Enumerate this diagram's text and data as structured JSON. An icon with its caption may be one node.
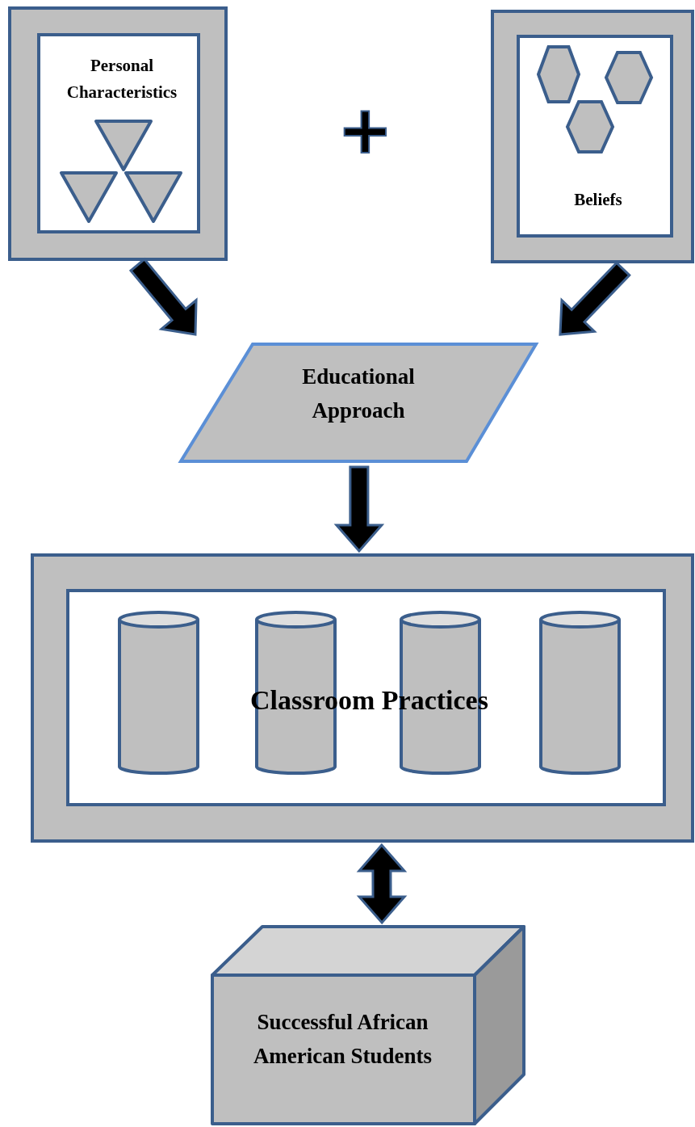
{
  "diagram": {
    "nodes": [
      {
        "text": [],
        "shape": "box"
      },
      {
        "text": [
          "Personal Characteristics"
        ],
        "in": 0
      },
      {
        "text": [],
        "shape": "box"
      },
      {
        "text": [
          "Beliefs"
        ],
        "in": 2
      },
      {
        "text": [
          "Educational Approach"
        ]
      },
      {
        "text": [],
        "shape": "box"
      },
      {
        "text": [
          "Classroom Practices"
        ],
        "in": 5
      },
      {
        "text": [
          "Successful African American Students"
        ]
      }
    ],
    "edges": [
      {
        "from": 0,
        "to": 4,
        "arrow": "to",
        "style": "thick"
      },
      {
        "from": 2,
        "to": 4,
        "arrow": "to",
        "style": "thick"
      },
      {
        "from": 4,
        "to": 5,
        "arrow": "to",
        "style": "thick"
      },
      {
        "from": 5,
        "to": 7,
        "arrow": "both",
        "style": "thick"
      }
    ],
    "labels": [
      "+"
    ]
  }
}
